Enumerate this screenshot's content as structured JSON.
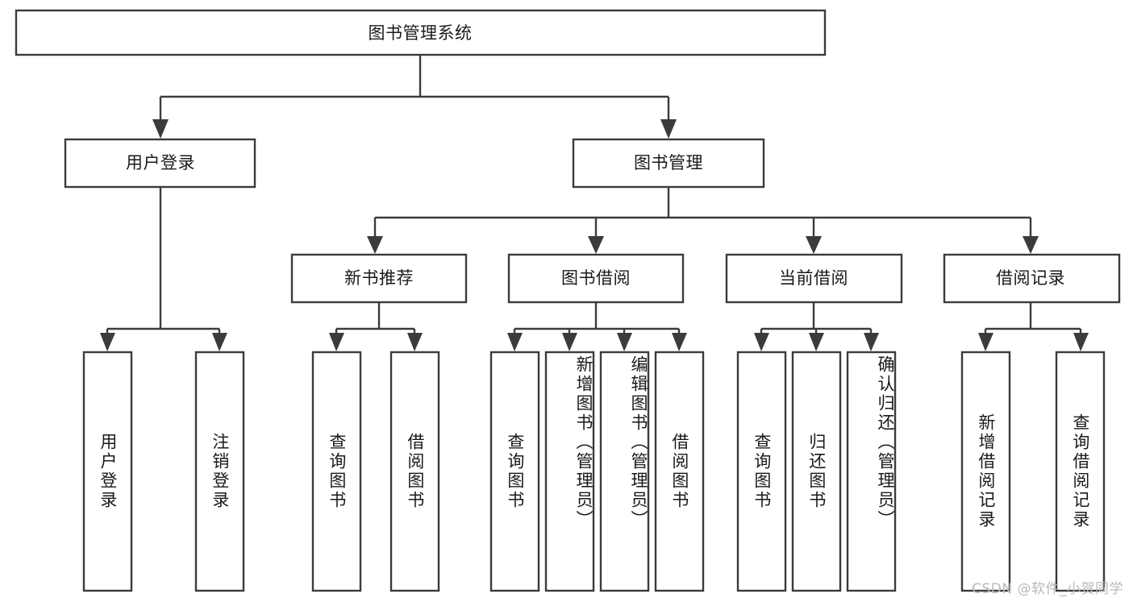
{
  "diagram": {
    "title_node": {
      "label": "图书管理系统",
      "orientation": "horizontal"
    },
    "level1": [
      {
        "id": "user-login",
        "label": "用户登录",
        "orientation": "horizontal"
      },
      {
        "id": "book-manage",
        "label": "图书管理",
        "orientation": "horizontal"
      }
    ],
    "level2": [
      {
        "id": "new-book-recommend",
        "label": "新书推荐",
        "orientation": "horizontal"
      },
      {
        "id": "book-borrow",
        "label": "图书借阅",
        "orientation": "horizontal"
      },
      {
        "id": "current-borrow",
        "label": "当前借阅",
        "orientation": "horizontal"
      },
      {
        "id": "borrow-record",
        "label": "借阅记录",
        "orientation": "horizontal"
      }
    ],
    "leaves": [
      {
        "id": "leaf-user-login",
        "parent": "user-login",
        "label": "用户登录",
        "orientation": "vertical"
      },
      {
        "id": "leaf-logout-login",
        "parent": "user-login",
        "label": "注销登录",
        "orientation": "vertical"
      },
      {
        "id": "leaf-query-book-1",
        "parent": "new-book-recommend",
        "label": "查询图书",
        "orientation": "vertical"
      },
      {
        "id": "leaf-borrow-book-1",
        "parent": "new-book-recommend",
        "label": "借阅图书",
        "orientation": "vertical"
      },
      {
        "id": "leaf-query-book-2",
        "parent": "book-borrow",
        "label": "查询图书",
        "orientation": "vertical"
      },
      {
        "id": "leaf-add-book",
        "parent": "book-borrow",
        "label": "新增图书（管理员）",
        "orientation": "vertical"
      },
      {
        "id": "leaf-edit-book",
        "parent": "book-borrow",
        "label": "编辑图书（管理员）",
        "orientation": "vertical"
      },
      {
        "id": "leaf-borrow-book-2",
        "parent": "book-borrow",
        "label": "借阅图书",
        "orientation": "vertical"
      },
      {
        "id": "leaf-query-book-3",
        "parent": "current-borrow",
        "label": "查询图书",
        "orientation": "vertical"
      },
      {
        "id": "leaf-return-book",
        "parent": "current-borrow",
        "label": "归还图书",
        "orientation": "vertical"
      },
      {
        "id": "leaf-confirm-return",
        "parent": "current-borrow",
        "label": "确认归还（管理员）",
        "orientation": "vertical"
      },
      {
        "id": "leaf-add-record",
        "parent": "borrow-record",
        "label": "新增借阅记录",
        "orientation": "vertical"
      },
      {
        "id": "leaf-query-record",
        "parent": "borrow-record",
        "label": "查询借阅记录",
        "orientation": "vertical"
      }
    ],
    "colors": {
      "stroke": "#3b3b3b",
      "fill": "#ffffff",
      "text": "#1a1a1a",
      "watermark": "#b9b9b9"
    }
  },
  "watermark": {
    "text": "CSDN @软件_小贺同学"
  }
}
